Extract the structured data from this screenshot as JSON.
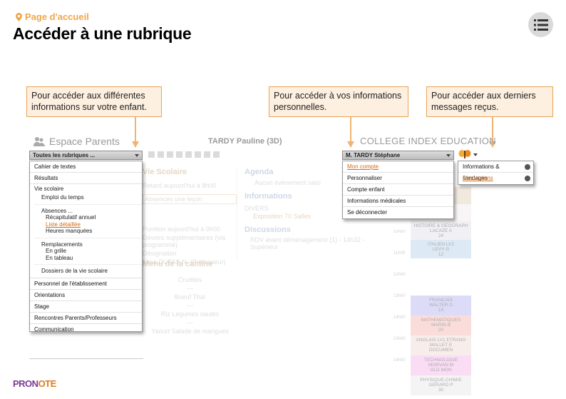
{
  "header": {
    "breadcrumb": "Page d'accueil",
    "title": "Accéder à une rubrique"
  },
  "callouts": {
    "left": "Pour accéder aux différentes informations sur votre enfant.",
    "middle": "Pour accéder à vos informations personnelles.",
    "right": "Pour accéder aux derniers messages reçus."
  },
  "app": {
    "space_title": "Espace Parents",
    "student": "TARDY Pauline (3D)",
    "school": "COLLEGE INDEX EDUCATION"
  },
  "rubriques_menu": {
    "selected": "Toutes les rubriques ...",
    "items": [
      "Cahier de textes",
      "Résultats",
      "Vie scolaire",
      "Emploi du temps",
      "Absences ...",
      "Récapitulatif annuel",
      "Liste détaillée",
      "Heures manquées",
      "Remplacements",
      "En grille",
      "En tableau",
      "Dossiers de la vie scolaire",
      "Personnel de l'établissement",
      "Orientations",
      "Stage",
      "Rencontres Parents/Professeurs",
      "Communication"
    ]
  },
  "account_menu": {
    "selected": "M. TARDY Stéphane",
    "items": [
      "Mon compte",
      "Personnaliser",
      "Compte enfant",
      "Informations médicales",
      "Se déconnecter"
    ]
  },
  "messages_menu": {
    "items": [
      "Informations & sondages",
      "Discussions"
    ]
  },
  "background": {
    "vie_scolaire": "Vie Scolaire",
    "agenda": "Agenda",
    "aucun_evenement": "Aucun événement saisi",
    "informations": "Informations",
    "divers": "DIVERS",
    "exposition": "Exposition 70 Salles",
    "discussions": "Discussions",
    "rdv": "RDV avant déménagement (1) - 14h32 - Supérieur",
    "menu_cantine": "Menu de la cantine",
    "menu_items": [
      "Crudités",
      "Boeuf Thaï",
      "Riz Légumes sautés",
      "Yaourt Salade de mangues"
    ],
    "retard": "Retard aujourd'hui à 8h00",
    "absences": "Absences une leçon",
    "punition": "Punition aujourd'hui à 9h00",
    "devoirs": "Devoirs supplémentaires (via programmé)",
    "designation": "Désignation",
    "prof": "Mme DUPAS N. (Professeur)"
  },
  "timetable": {
    "times": [
      "10h00",
      "11h00",
      "12h00",
      "13h00",
      "14h00",
      "15h00",
      "16h00"
    ],
    "cells": [
      {
        "lines": [
          "HISTOIRE & GEOGRAPH",
          "LACAZE A",
          "24"
        ],
        "color": "#e7e7ef"
      },
      {
        "lines": [
          "ITALIEN LV2",
          "LEVY G",
          "12"
        ],
        "color": "#c7dcee"
      },
      {
        "lines": [
          "FRANCAIS",
          "WALTER D",
          "18"
        ],
        "color": "#c6c6f6"
      },
      {
        "lines": [
          "MATHEMATIQUES",
          "MARIN B",
          "20"
        ],
        "color": "#f8c7c3"
      },
      {
        "lines": [
          "ANGLAIS LV1 ETRANG",
          "MALLET E",
          "DOCUMEN"
        ],
        "color": "#f2e3de"
      },
      {
        "lines": [
          "TECHNOLOGIE",
          "MORVAN M",
          "OLD MON"
        ],
        "color": "#f7c6ee"
      },
      {
        "lines": [
          "PHYSIQUE-CHIMIE",
          "GERARD P",
          "30"
        ],
        "color": "#f0eeee"
      }
    ]
  },
  "footer": {
    "logo_part1": "PRON",
    "logo_part2": "OTE"
  },
  "colors": {
    "accent": "#f0a64a",
    "callout_bg": "#fdf0e0",
    "callout_border": "#e9a458",
    "link": "#d06d1b"
  }
}
